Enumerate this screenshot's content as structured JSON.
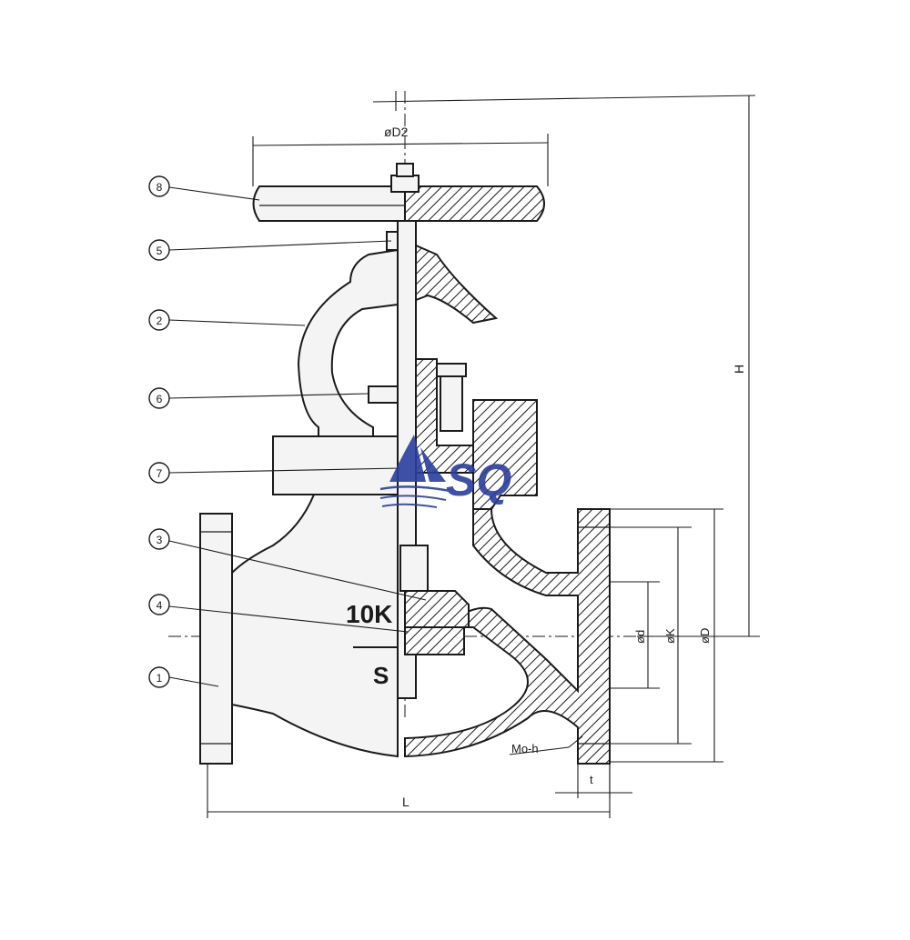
{
  "dimensions": {
    "handwheel_diameter": "øD2",
    "height": "H",
    "length": "L",
    "seat_diameter": "ød",
    "pitch_circle": "øK",
    "flange_diameter": "øD",
    "bolt_holes": "Mo-h",
    "flange_thickness": "t"
  },
  "callouts": [
    "1",
    "2",
    "3",
    "4",
    "5",
    "6",
    "7",
    "8"
  ],
  "body_marking": {
    "rating": "10K",
    "material": "S"
  },
  "watermark": {
    "text": "SQ",
    "color": "#2b3f9e"
  }
}
